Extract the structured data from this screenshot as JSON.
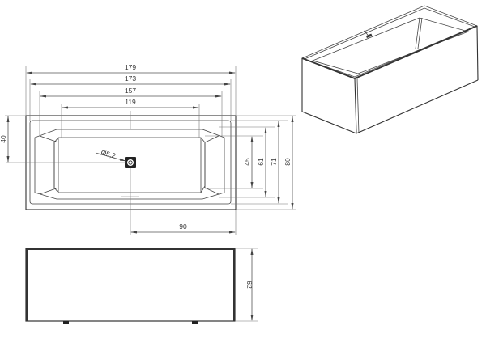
{
  "drawing": {
    "subject": "Rectangular bathtub technical drawing",
    "views": [
      "top-view",
      "front-elevation",
      "isometric-view"
    ],
    "units_note": "cm",
    "top_view": {
      "horizontal_dimensions": [
        {
          "id": "overall_length",
          "label": "179"
        },
        {
          "id": "rim_length",
          "label": "173"
        },
        {
          "id": "basin_length_top",
          "label": "157"
        },
        {
          "id": "basin_floor_length",
          "label": "119"
        },
        {
          "id": "drain_offset",
          "label": "90"
        }
      ],
      "vertical_dimensions": [
        {
          "id": "drain_from_edge",
          "label": "40"
        },
        {
          "id": "basin_floor_width",
          "label": "45"
        },
        {
          "id": "basin_width_top",
          "label": "61"
        },
        {
          "id": "rim_width",
          "label": "71"
        },
        {
          "id": "overall_width",
          "label": "80"
        }
      ],
      "drain_label": "Ø5,2"
    },
    "front_view": {
      "height_label": "62"
    }
  },
  "colors": {
    "line": "#333333",
    "dimension": "#555555",
    "background": "#ffffff"
  }
}
